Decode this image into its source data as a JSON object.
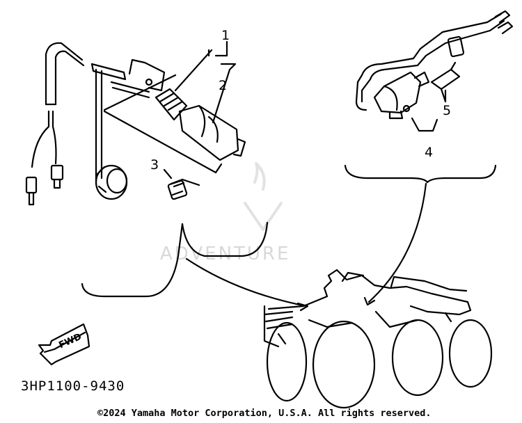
{
  "callouts": [
    "1",
    "2",
    "3",
    "4",
    "5"
  ],
  "fwd_label": "FWD",
  "part_number": "3HP1100-9430",
  "copyright": "©2024 Yamaha Motor Corporation, U.S.A. All rights reserved.",
  "watermark": "ADVENTURE",
  "colors": {
    "ink": "#000000",
    "watermark": "#d8d8d8",
    "background": "#ffffff"
  }
}
